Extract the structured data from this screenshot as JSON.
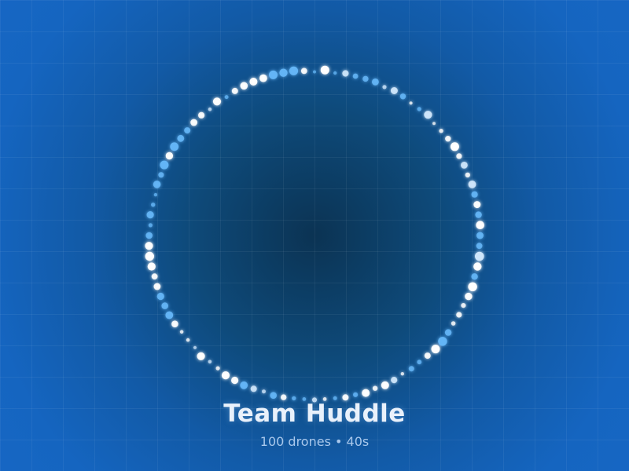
{
  "show": {
    "title": "Team Huddle",
    "drone_count": 100,
    "subtitle": "100 drones • 40s"
  },
  "colors": {
    "background": "#1565c0",
    "center": "#0b3353",
    "drone_white": "#ffffff",
    "drone_blue": "#64b5f6",
    "title": "#e9f1fb",
    "subtitle": "#a9c8ec"
  }
}
